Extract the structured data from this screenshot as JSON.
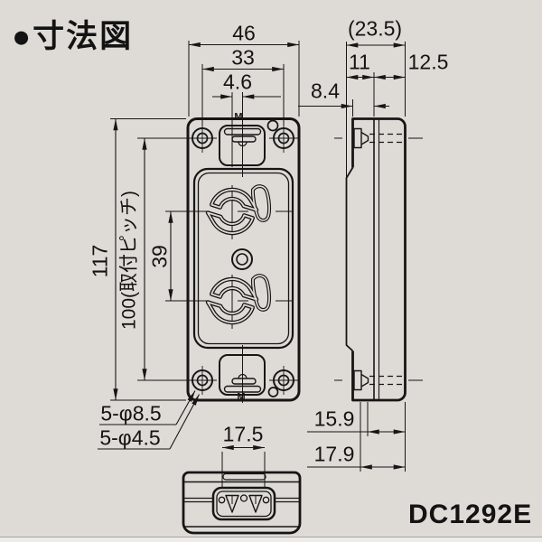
{
  "page": {
    "title": "●寸法図",
    "model_number": "DC1292E"
  },
  "front_view": {
    "dim_overall_width": "46",
    "dim_screw_pitch_horizontal": "33",
    "dim_tab_slot_width": "4.6",
    "dim_overall_height": "117",
    "dim_mounting_pitch": "100(取付ピッチ)",
    "dim_outlet_pitch": "39",
    "label_counterbore_holes": "5-φ8.5",
    "label_mounting_holes": "5-φ4.5",
    "mark_top": "M",
    "mark_bottom": "M"
  },
  "side_view": {
    "dim_total_depth_ref": "(23.5)",
    "dim_front_depth": "11",
    "dim_rear_depth": "12.5",
    "dim_step_depth": "8.4",
    "dim_body_depth": "15.9",
    "dim_overall_depth": "17.9"
  },
  "bottom_view": {
    "dim_connector_width": "17.5"
  }
}
